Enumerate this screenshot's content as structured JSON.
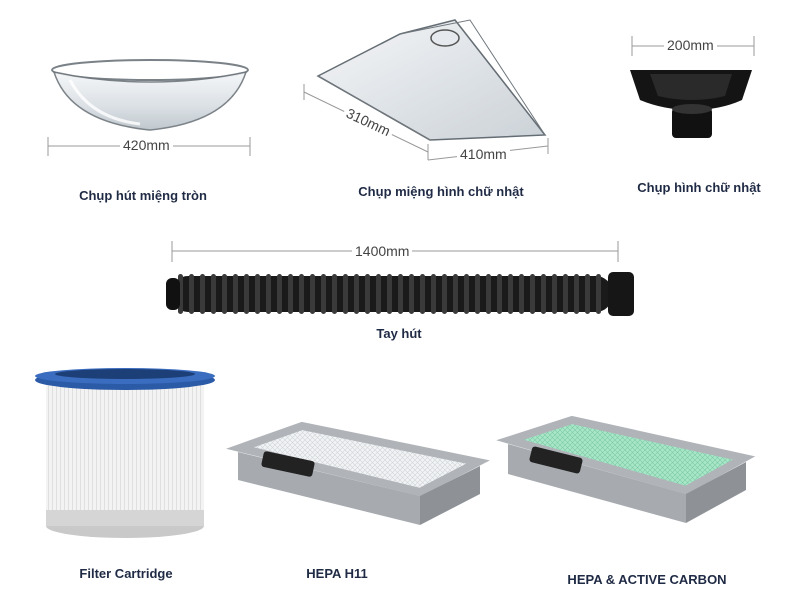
{
  "products": {
    "round_hood": {
      "caption": "Chụp hút miệng tròn",
      "dimension": "420mm"
    },
    "rect_hood": {
      "caption": "Chụp miệng hình chữ nhật",
      "dimension_depth": "310mm",
      "dimension_width": "410mm"
    },
    "rect_hood_small": {
      "caption": "Chụp hình chữ nhật",
      "dimension": "200mm"
    },
    "arm": {
      "caption": "Tay hút",
      "dimension": "1400mm"
    },
    "filter_cartridge": {
      "caption": "Filter Cartridge"
    },
    "hepa_h11": {
      "caption": "HEPA H11"
    },
    "hepa_carbon": {
      "caption": "HEPA & ACTIVE CARBON"
    }
  },
  "colors": {
    "caption_text": "#1f2a44",
    "dimension_line": "#999999",
    "hose": "#1a1a1a",
    "cartridge_rim": "#2b5aa6",
    "carbon_mesh": "#a8e6c8",
    "frame": "#b0b3b8"
  }
}
